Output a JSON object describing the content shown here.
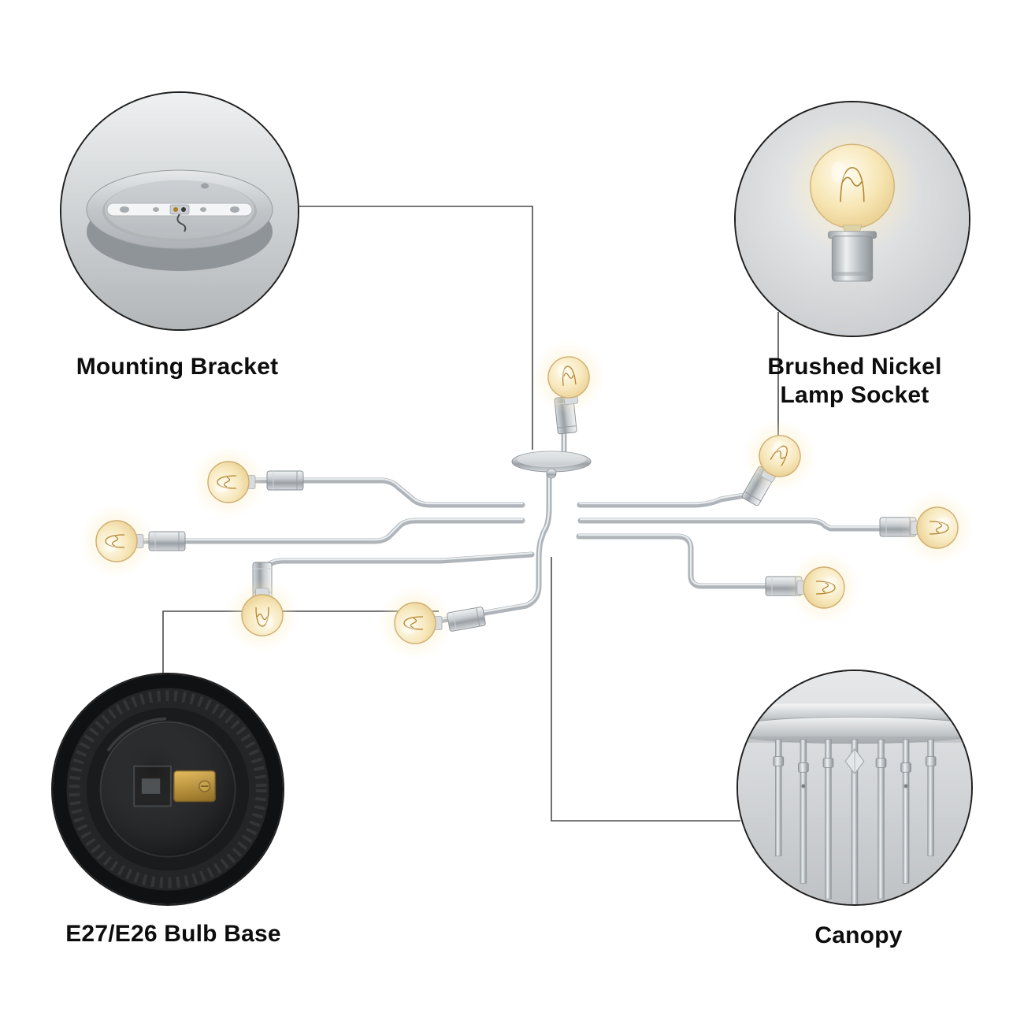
{
  "diagram": {
    "callouts": {
      "mounting_bracket": {
        "label": "Mounting Bracket"
      },
      "lamp_socket": {
        "label_line1": "Brushed Nickel",
        "label_line2": "Lamp Socket"
      },
      "bulb_base": {
        "label": "E27/E26 Bulb Base"
      },
      "canopy": {
        "label": "Canopy"
      }
    },
    "product": {
      "bulb_count": 8
    },
    "colors": {
      "background": "#ffffff",
      "connector_line": "#4b4b4b",
      "text": "#0d0d0d",
      "chrome": "#b0b6ba",
      "chrome_highlight": "#e9edef",
      "bulb_glass": "#f3e0ae",
      "bulb_glow": "#fdf3d8",
      "brass_contact": "#c9941e"
    }
  }
}
